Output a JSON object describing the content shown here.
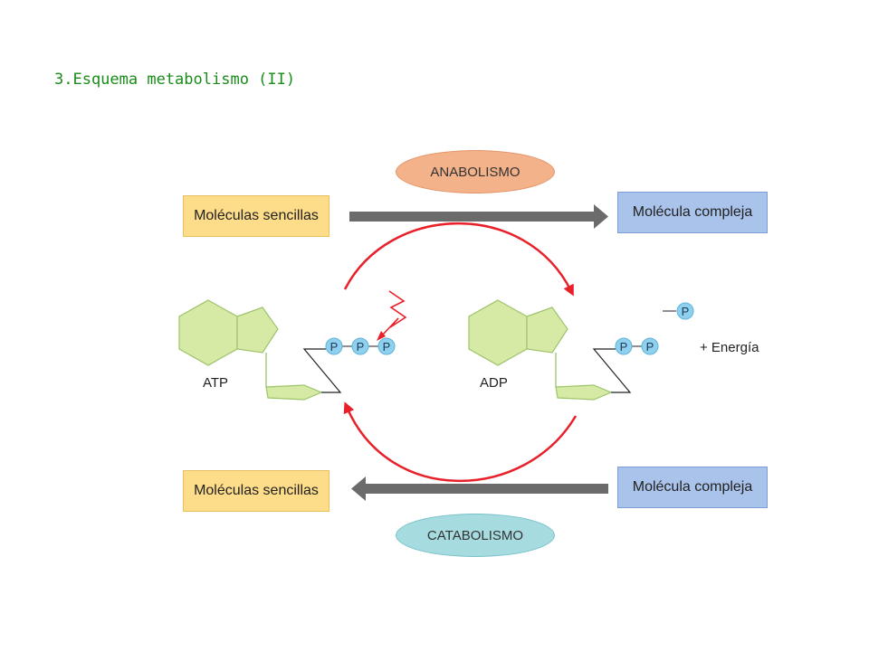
{
  "title": "3.Esquema metabolismo (II)",
  "anabolism": {
    "label": "ANABOLISMO",
    "from": "Moléculas sencillas",
    "to": "Molécula compleja"
  },
  "catabolism": {
    "label": "CATABOLISMO",
    "from": "Molécula compleja",
    "to": "Moléculas sencillas"
  },
  "atp": {
    "label": "ATP",
    "phosphates": [
      "P",
      "P",
      "P"
    ]
  },
  "adp": {
    "label": "ADP",
    "phosphates": [
      "P",
      "P"
    ],
    "released_phosphate": "P",
    "energy": "+ Energía"
  },
  "colors": {
    "title": "#1a8c1a",
    "arrow_red": "#e8202a",
    "arrow_gray": "#6b6b6b",
    "molecule_green": "#d6eaa6",
    "phosphate_blue": "#8fd0ef"
  }
}
